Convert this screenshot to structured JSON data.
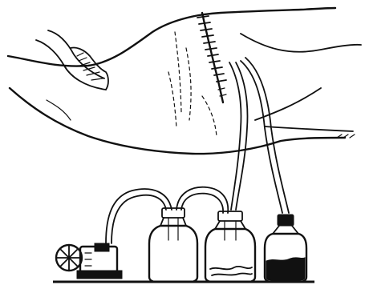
{
  "figure": {
    "style": "black-and-white line drawing",
    "ink_color": "#111111",
    "paper_color": "#ffffff",
    "elements": [
      "abdomen-with-sutured-incision",
      "drainage-tubes",
      "suction-pump",
      "collection-bottle-1",
      "collection-bottle-2",
      "collection-bottle-3"
    ]
  }
}
